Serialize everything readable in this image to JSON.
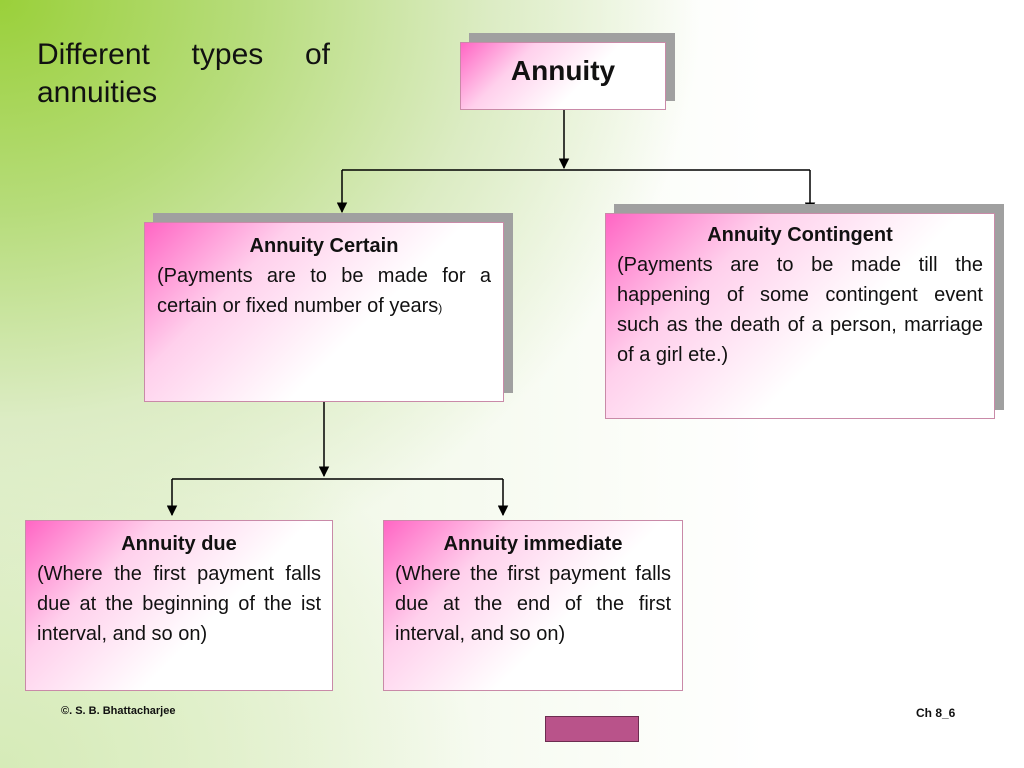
{
  "slide": {
    "title": "Different types of annuities",
    "footer_left": "©. S. B. Bhattacharjee",
    "footer_right": "Ch 8_6"
  },
  "nodes": {
    "root": {
      "title": "Annuity"
    },
    "certain": {
      "title": "Annuity Certain",
      "desc": " (Payments are to be made for a certain or fixed number of years",
      "desc_tail": ")"
    },
    "contingent": {
      "title": "Annuity Contingent",
      "desc": "(Payments are to be made till the happening of some contingent event such as the death of a person, marriage of a girl ete.)"
    },
    "due": {
      "title": "Annuity due",
      "desc": "(Where the first payment falls due at the beginning of the ist interval, and so on)"
    },
    "immediate": {
      "title": "Annuity immediate",
      "desc": "(Where the first payment falls due at the end of the first interval, and so on)"
    }
  },
  "colors": {
    "node_accent": "#ff66c4",
    "node_border": "#c98aa8",
    "shadow": "#a0a0a0",
    "footer_bar": "#b9538a",
    "background_green": "#9ad03a"
  }
}
